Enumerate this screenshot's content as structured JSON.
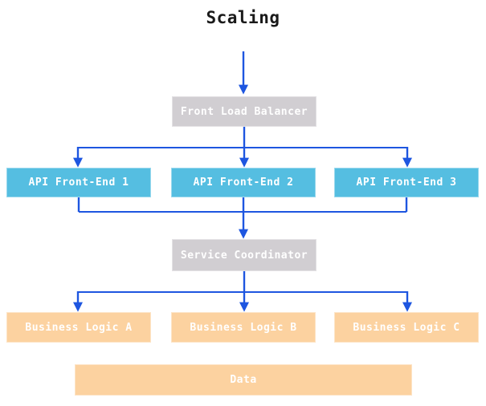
{
  "title": "Scaling",
  "colors": {
    "arrow": "#1e56e0",
    "node_blue": "#55bee1",
    "node_gray": "#d1ced2",
    "node_orange": "#fcd2a0",
    "node_text": "#ffffff",
    "title_text": "#1a1a1a",
    "background": "#ffffff"
  },
  "nodes": [
    {
      "id": "front-load-balancer",
      "label": "Front Load Balancer",
      "color": "gray"
    },
    {
      "id": "api-front-end-1",
      "label": "API Front-End 1",
      "color": "blue"
    },
    {
      "id": "api-front-end-2",
      "label": "API Front-End 2",
      "color": "blue"
    },
    {
      "id": "api-front-end-3",
      "label": "API Front-End 3",
      "color": "blue"
    },
    {
      "id": "service-coordinator",
      "label": "Service Coordinator",
      "color": "gray"
    },
    {
      "id": "business-logic-a",
      "label": "Business Logic A",
      "color": "orange"
    },
    {
      "id": "business-logic-b",
      "label": "Business Logic B",
      "color": "orange"
    },
    {
      "id": "business-logic-c",
      "label": "Business Logic C",
      "color": "orange"
    },
    {
      "id": "data",
      "label": "Data",
      "color": "orange"
    }
  ],
  "edges": [
    {
      "from": null,
      "to": "front-load-balancer"
    },
    {
      "from": "front-load-balancer",
      "to": "api-front-end-1"
    },
    {
      "from": "front-load-balancer",
      "to": "api-front-end-2"
    },
    {
      "from": "front-load-balancer",
      "to": "api-front-end-3"
    },
    {
      "from": "api-front-end-1",
      "to": "service-coordinator"
    },
    {
      "from": "api-front-end-2",
      "to": "service-coordinator"
    },
    {
      "from": "api-front-end-3",
      "to": "service-coordinator"
    },
    {
      "from": "service-coordinator",
      "to": "business-logic-a"
    },
    {
      "from": "service-coordinator",
      "to": "business-logic-b"
    },
    {
      "from": "service-coordinator",
      "to": "business-logic-c"
    }
  ]
}
